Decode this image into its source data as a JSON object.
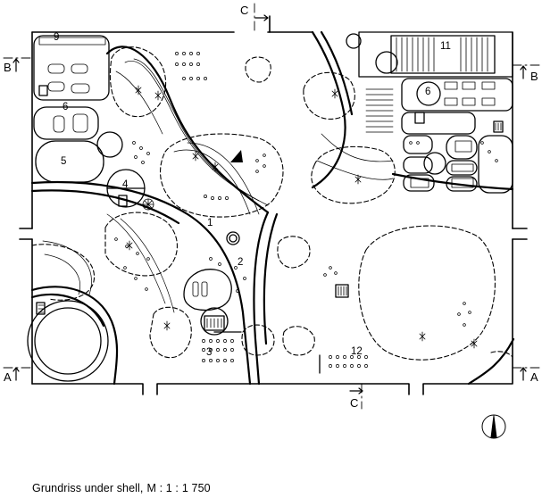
{
  "caption": {
    "title": "Grundriss under shell,",
    "scale_prefix": "M : 1 :",
    "scale_value": "1 750"
  },
  "section_marks": {
    "a_left": "A",
    "a_right": "A",
    "b_left": "B",
    "b_right": "B",
    "c_top": "C",
    "c_bottom": "C"
  },
  "zone_labels": {
    "z1": "1",
    "z2": "2",
    "z3": "3",
    "z4": "4",
    "z5": "5",
    "z6_left": "6",
    "z6_right": "6",
    "z9": "9",
    "z11": "11",
    "z12": "12"
  },
  "icons": {
    "north_arrow": "north-arrow-icon",
    "stair": "stair-icon"
  }
}
